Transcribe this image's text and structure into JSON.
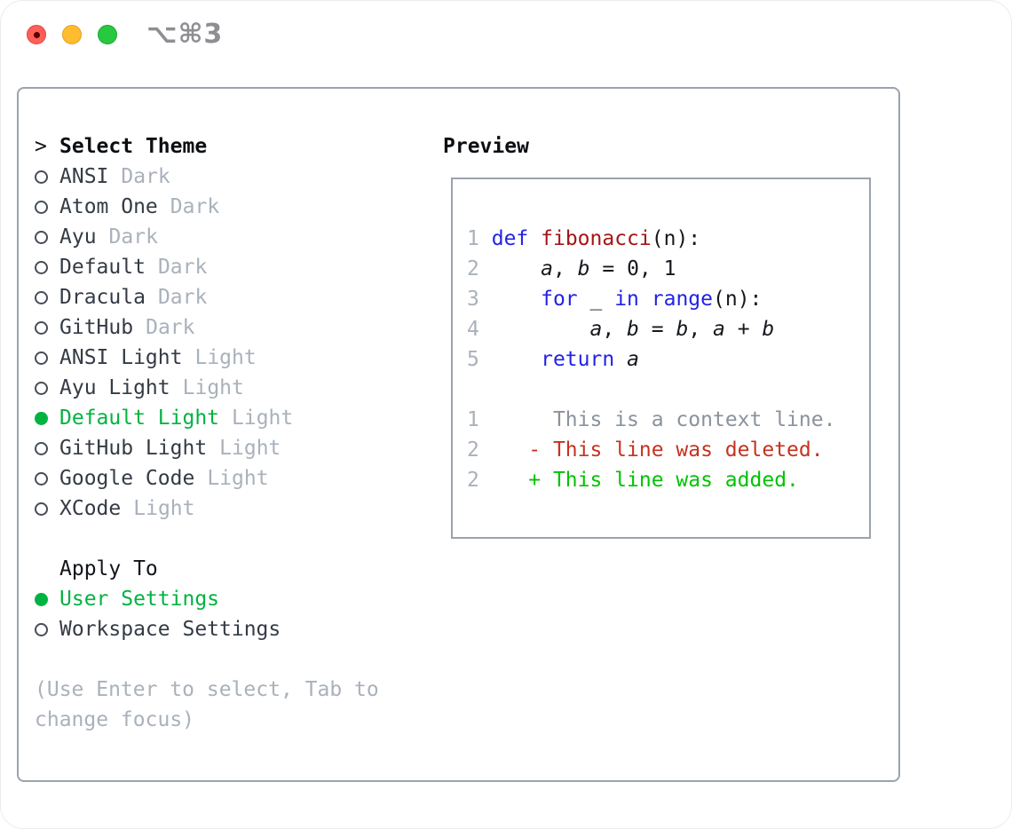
{
  "window": {
    "shortcut_label": "⌥⌘3",
    "traffic_lights": {
      "close_color": "#ff5f57",
      "minimize_color": "#febc2e",
      "zoom_color": "#28c840"
    }
  },
  "theme_panel": {
    "cursor": ">",
    "title": "Select Theme",
    "themes": [
      {
        "name": "ANSI",
        "variant": "Dark",
        "selected": false
      },
      {
        "name": "Atom One",
        "variant": "Dark",
        "selected": false
      },
      {
        "name": "Ayu",
        "variant": "Dark",
        "selected": false
      },
      {
        "name": "Default",
        "variant": "Dark",
        "selected": false
      },
      {
        "name": "Dracula",
        "variant": "Dark",
        "selected": false
      },
      {
        "name": "GitHub",
        "variant": "Dark",
        "selected": false
      },
      {
        "name": "ANSI Light",
        "variant": "Light",
        "selected": false
      },
      {
        "name": "Ayu Light",
        "variant": "Light",
        "selected": false
      },
      {
        "name": "Default Light",
        "variant": "Light",
        "selected": true
      },
      {
        "name": "GitHub Light",
        "variant": "Light",
        "selected": false
      },
      {
        "name": "Google Code",
        "variant": "Light",
        "selected": false
      },
      {
        "name": "XCode",
        "variant": "Light",
        "selected": false
      }
    ],
    "apply_to": {
      "title": "Apply To",
      "options": [
        {
          "label": "User Settings",
          "selected": true
        },
        {
          "label": "Workspace Settings",
          "selected": false
        }
      ]
    },
    "help_text": "(Use Enter to select, Tab to change focus)"
  },
  "preview": {
    "title": "Preview",
    "lines": [
      {
        "tokens": [
          {
            "t": "1",
            "c": "ln"
          },
          {
            "t": " ",
            "c": "pl"
          },
          {
            "t": "def",
            "c": "kw"
          },
          {
            "t": " ",
            "c": "pl"
          },
          {
            "t": "fibonacci",
            "c": "fn"
          },
          {
            "t": "(n):",
            "c": "pl"
          }
        ]
      },
      {
        "tokens": [
          {
            "t": "2",
            "c": "ln"
          },
          {
            "t": "     ",
            "c": "pl"
          },
          {
            "t": "a",
            "c": "var"
          },
          {
            "t": ", ",
            "c": "pl"
          },
          {
            "t": "b",
            "c": "var"
          },
          {
            "t": " = 0, 1",
            "c": "pl"
          }
        ]
      },
      {
        "tokens": [
          {
            "t": "3",
            "c": "ln"
          },
          {
            "t": "     ",
            "c": "pl"
          },
          {
            "t": "for",
            "c": "kw"
          },
          {
            "t": " _ ",
            "c": "pl"
          },
          {
            "t": "in",
            "c": "kw"
          },
          {
            "t": " ",
            "c": "pl"
          },
          {
            "t": "range",
            "c": "kw"
          },
          {
            "t": "(n):",
            "c": "pl"
          }
        ]
      },
      {
        "tokens": [
          {
            "t": "4",
            "c": "ln"
          },
          {
            "t": "         ",
            "c": "pl"
          },
          {
            "t": "a",
            "c": "var"
          },
          {
            "t": ", ",
            "c": "pl"
          },
          {
            "t": "b",
            "c": "var"
          },
          {
            "t": " = ",
            "c": "pl"
          },
          {
            "t": "b",
            "c": "var"
          },
          {
            "t": ", ",
            "c": "pl"
          },
          {
            "t": "a",
            "c": "var"
          },
          {
            "t": " + ",
            "c": "pl"
          },
          {
            "t": "b",
            "c": "var"
          }
        ]
      },
      {
        "tokens": [
          {
            "t": "5",
            "c": "ln"
          },
          {
            "t": "     ",
            "c": "pl"
          },
          {
            "t": "return",
            "c": "kw"
          },
          {
            "t": " ",
            "c": "pl"
          },
          {
            "t": "a",
            "c": "var"
          }
        ]
      },
      {
        "tokens": []
      },
      {
        "tokens": [
          {
            "t": "1",
            "c": "ln"
          },
          {
            "t": "      ",
            "c": "pl"
          },
          {
            "t": "This is a context line.",
            "c": "ctx"
          }
        ]
      },
      {
        "tokens": [
          {
            "t": "2",
            "c": "ln"
          },
          {
            "t": "    ",
            "c": "pl"
          },
          {
            "t": "- This line was deleted.",
            "c": "del"
          }
        ]
      },
      {
        "tokens": [
          {
            "t": "2",
            "c": "ln"
          },
          {
            "t": "    ",
            "c": "pl"
          },
          {
            "t": "+ This line was added.",
            "c": "add"
          }
        ]
      }
    ]
  },
  "colors": {
    "selection_green": "#00b341",
    "keyword_blue": "#2222e6",
    "function_red": "#a41515",
    "diff_deleted_red": "#c5321f",
    "diff_added_green": "#00c300",
    "muted_gray": "#a9b1bb",
    "panel_border": "#9aa3ae",
    "titlebar_text": "#8e8e93"
  }
}
